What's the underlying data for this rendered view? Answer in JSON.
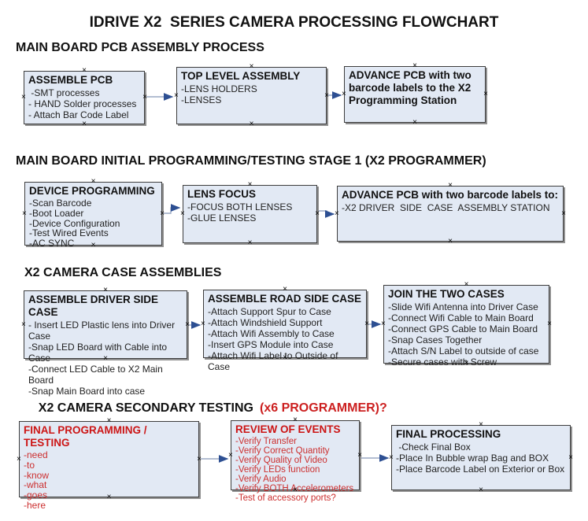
{
  "title": "IDRIVE X2  SERIES CAMERA PROCESSING FLOWCHART",
  "sections": {
    "s1": {
      "heading": "MAIN BOARD PCB ASSEMBLY PROCESS"
    },
    "s2": {
      "heading": "MAIN BOARD INITIAL PROGRAMMING/TESTING STAGE 1 (X2 PROGRAMMER)"
    },
    "s3": {
      "heading": "X2 CAMERA CASE ASSEMBLIES"
    },
    "s4": {
      "heading_black": "X2 CAMERA SECONDARY TESTING",
      "heading_red": "(x6 PROGRAMMER)?"
    }
  },
  "boxes": {
    "assemble_pcb": {
      "title": "ASSEMBLE PCB",
      "items": [
        " -SMT processes",
        "- HAND Solder processes",
        "- Attach Bar Code Label"
      ]
    },
    "top_level": {
      "title": "TOP LEVEL ASSEMBLY",
      "items": [
        "-LENS HOLDERS",
        "-LENSES"
      ]
    },
    "advance_1": {
      "title": "ADVANCE PCB with two barcode labels to the X2 Programming Station",
      "items": []
    },
    "device_prog": {
      "title": "DEVICE PROGRAMMING",
      "items": [
        "-Scan Barcode",
        "-Boot Loader",
        "-Device Configuration",
        "-Test Wired Events",
        "-AC SYNC"
      ]
    },
    "lens_focus": {
      "title": "LENS FOCUS",
      "items": [
        "-FOCUS BOTH LENSES",
        "-GLUE LENSES"
      ]
    },
    "advance_2": {
      "title": "ADVANCE PCB with two barcode labels to:",
      "items": [
        "-X2 DRIVER  SIDE  CASE  ASSEMBLY STATION"
      ]
    },
    "driver_case": {
      "title": "ASSEMBLE DRIVER SIDE CASE",
      "items": [
        "- Insert LED Plastic lens into Driver Case",
        "-Snap LED Board with Cable into Case",
        "-Connect LED Cable to X2 Main Board",
        "-Snap Main Board into case"
      ]
    },
    "road_case": {
      "title": "ASSEMBLE ROAD SIDE CASE",
      "items": [
        "-Attach Support Spur to Case",
        "-Attach Windshield Support",
        "-Attach Wifi Assembly to Case",
        "-Insert GPS Module into Case",
        "-Attach Wifi Label to Outside of Case"
      ]
    },
    "join_cases": {
      "title": "JOIN THE TWO CASES",
      "items": [
        "-Slide Wifi Antenna into Driver Case",
        "-Connect Wifi Cable to Main Board",
        "-Connect GPS Cable to Main Board",
        "-Snap Cases Together",
        "-Attach S/N Label to outside of case",
        "-Secure cases with Screw"
      ]
    },
    "final_prog": {
      "title": "FINAL PROGRAMMING / TESTING",
      "items": [
        "-need",
        "-to",
        "-know",
        "-what",
        "-goes",
        "-here"
      ]
    },
    "review": {
      "title": "REVIEW OF EVENTS",
      "items": [
        "-Verify Transfer",
        "-Verify Correct Quantity",
        "-Verify Quality of Video",
        "-Verify LEDs function",
        "-Verify Audio",
        "-Verify BOTH Accelerometers",
        "-Test of accessory ports?"
      ]
    },
    "final_proc": {
      "title": "FINAL PROCESSING",
      "items": [
        " -Check Final Box",
        "-Place In Bubble wrap Bag and BOX",
        "-Place Barcode Label on Exterior or Box"
      ]
    }
  },
  "colors": {
    "box_fill": "#e2e9f4",
    "box_border": "#3d3d3d",
    "red_text": "#cc2020",
    "arrow_line": "#9aa8c4",
    "arrow_head": "#2d4f92"
  },
  "icons": {
    "connection_point": "×"
  }
}
